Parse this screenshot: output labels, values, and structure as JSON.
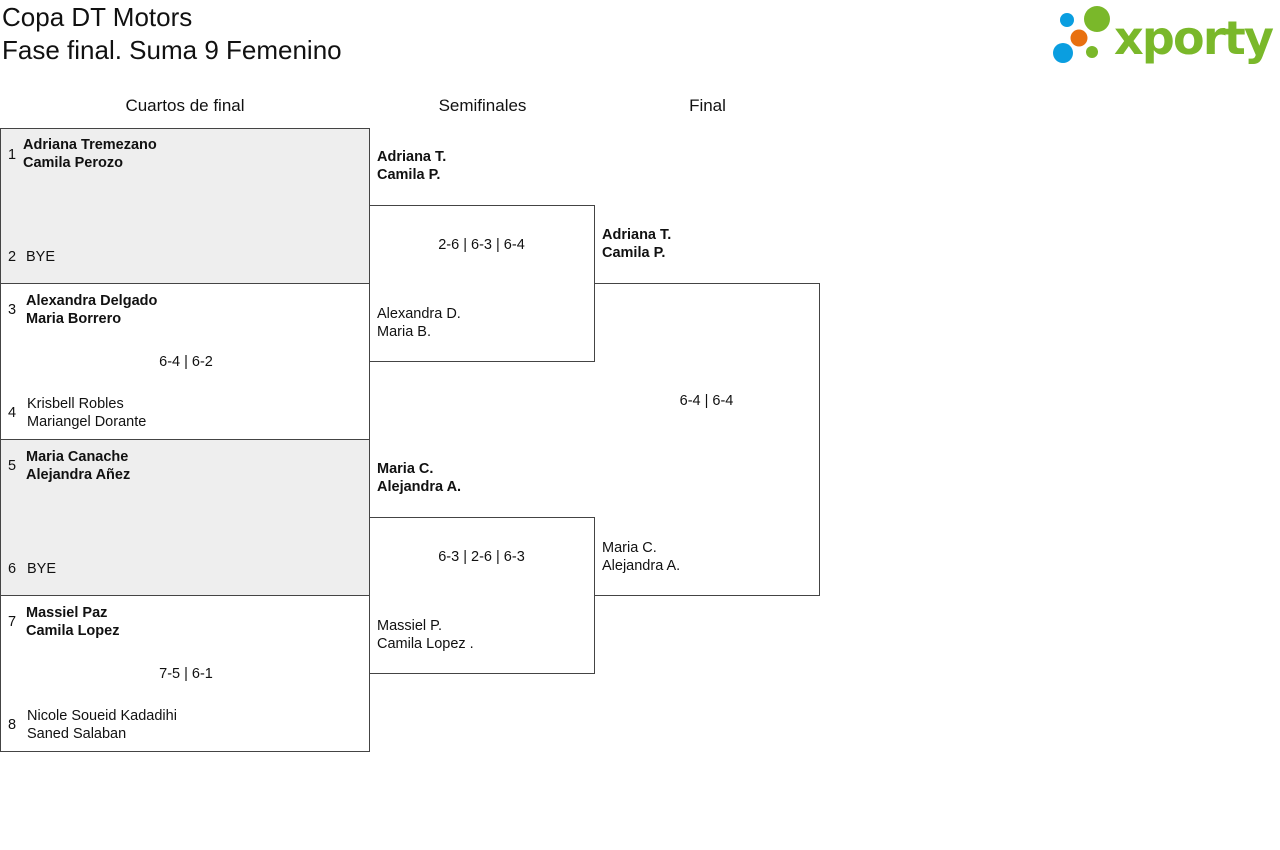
{
  "header": {
    "title": "Copa DT Motors",
    "subtitle": "Fase final. Suma 9 Femenino",
    "logo_text": "xporty"
  },
  "rounds": [
    "Cuartos de final",
    "Semifinales",
    "Final"
  ],
  "quarterfinals": [
    {
      "seed1": "1",
      "team1": [
        "Adriana Tremezano",
        "Camila Perozo"
      ],
      "seed2": "2",
      "team2": [
        "BYE"
      ],
      "score": ""
    },
    {
      "seed1": "3",
      "team1": [
        "Alexandra Delgado",
        "Maria Borrero"
      ],
      "seed2": "4",
      "team2": [
        "Krisbell Robles",
        "Mariangel Dorante"
      ],
      "score": "6-4 | 6-2"
    },
    {
      "seed1": "5",
      "team1": [
        "Maria Canache",
        "Alejandra Añez"
      ],
      "seed2": "6",
      "team2": [
        "BYE"
      ],
      "score": ""
    },
    {
      "seed1": "7",
      "team1": [
        "Massiel Paz",
        "Camila Lopez"
      ],
      "seed2": "8",
      "team2": [
        "Nicole Soueid Kadadihi",
        "Saned Salaban"
      ],
      "score": "7-5 | 6-1"
    }
  ],
  "semifinals": [
    {
      "team1": [
        "Adriana T.",
        "Camila P."
      ],
      "team2": [
        "Alexandra D.",
        "Maria B."
      ],
      "score": "2-6 | 6-3 | 6-4"
    },
    {
      "team1": [
        "Maria C.",
        "Alejandra A."
      ],
      "team2": [
        "Massiel P.",
        "Camila Lopez ."
      ],
      "score": "6-3 | 2-6 | 6-3"
    }
  ],
  "final": {
    "team1": [
      "Adriana T.",
      "Camila P."
    ],
    "team2": [
      "Maria C.",
      "Alejandra A."
    ],
    "score": "6-4 | 6-4"
  }
}
